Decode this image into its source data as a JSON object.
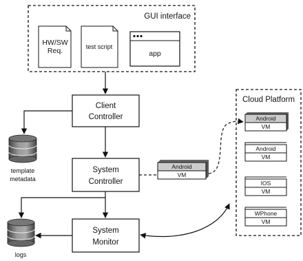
{
  "gui": {
    "title": "GUI interface",
    "doc1_line1": "HW/SW",
    "doc1_line2": "Req.",
    "doc2": "test script",
    "app": "app"
  },
  "client_controller": {
    "line1": "Client",
    "line2": "Controller"
  },
  "system_controller": {
    "line1": "System",
    "line2": "Controller"
  },
  "system_monitor": {
    "line1": "System",
    "line2": "Monitor"
  },
  "databases": {
    "template": {
      "line1": "template",
      "line2": "metadata"
    },
    "logs": {
      "label": "logs"
    }
  },
  "attached_vm": {
    "os": "Android",
    "vm": "VM"
  },
  "cloud": {
    "title": "Cloud Platform",
    "vms": [
      {
        "os": "Android",
        "vm": "VM"
      },
      {
        "os": "Android",
        "vm": "VM"
      },
      {
        "os": "IOS",
        "vm": "VM"
      },
      {
        "os": "WPhone",
        "vm": "VM"
      }
    ]
  }
}
